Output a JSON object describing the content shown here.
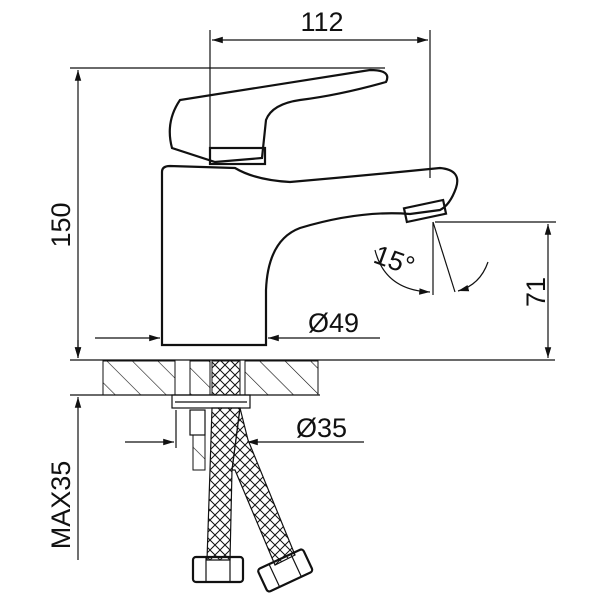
{
  "drawing": {
    "dim_width": "112",
    "dim_height": "150",
    "dim_spout_height": "71",
    "dim_body_diameter": "Ø49",
    "dim_hole_diameter": "Ø35",
    "dim_angle": "15°",
    "dim_max_thickness": "MAX35"
  },
  "colors": {
    "line": "#111111",
    "background": "#ffffff"
  }
}
